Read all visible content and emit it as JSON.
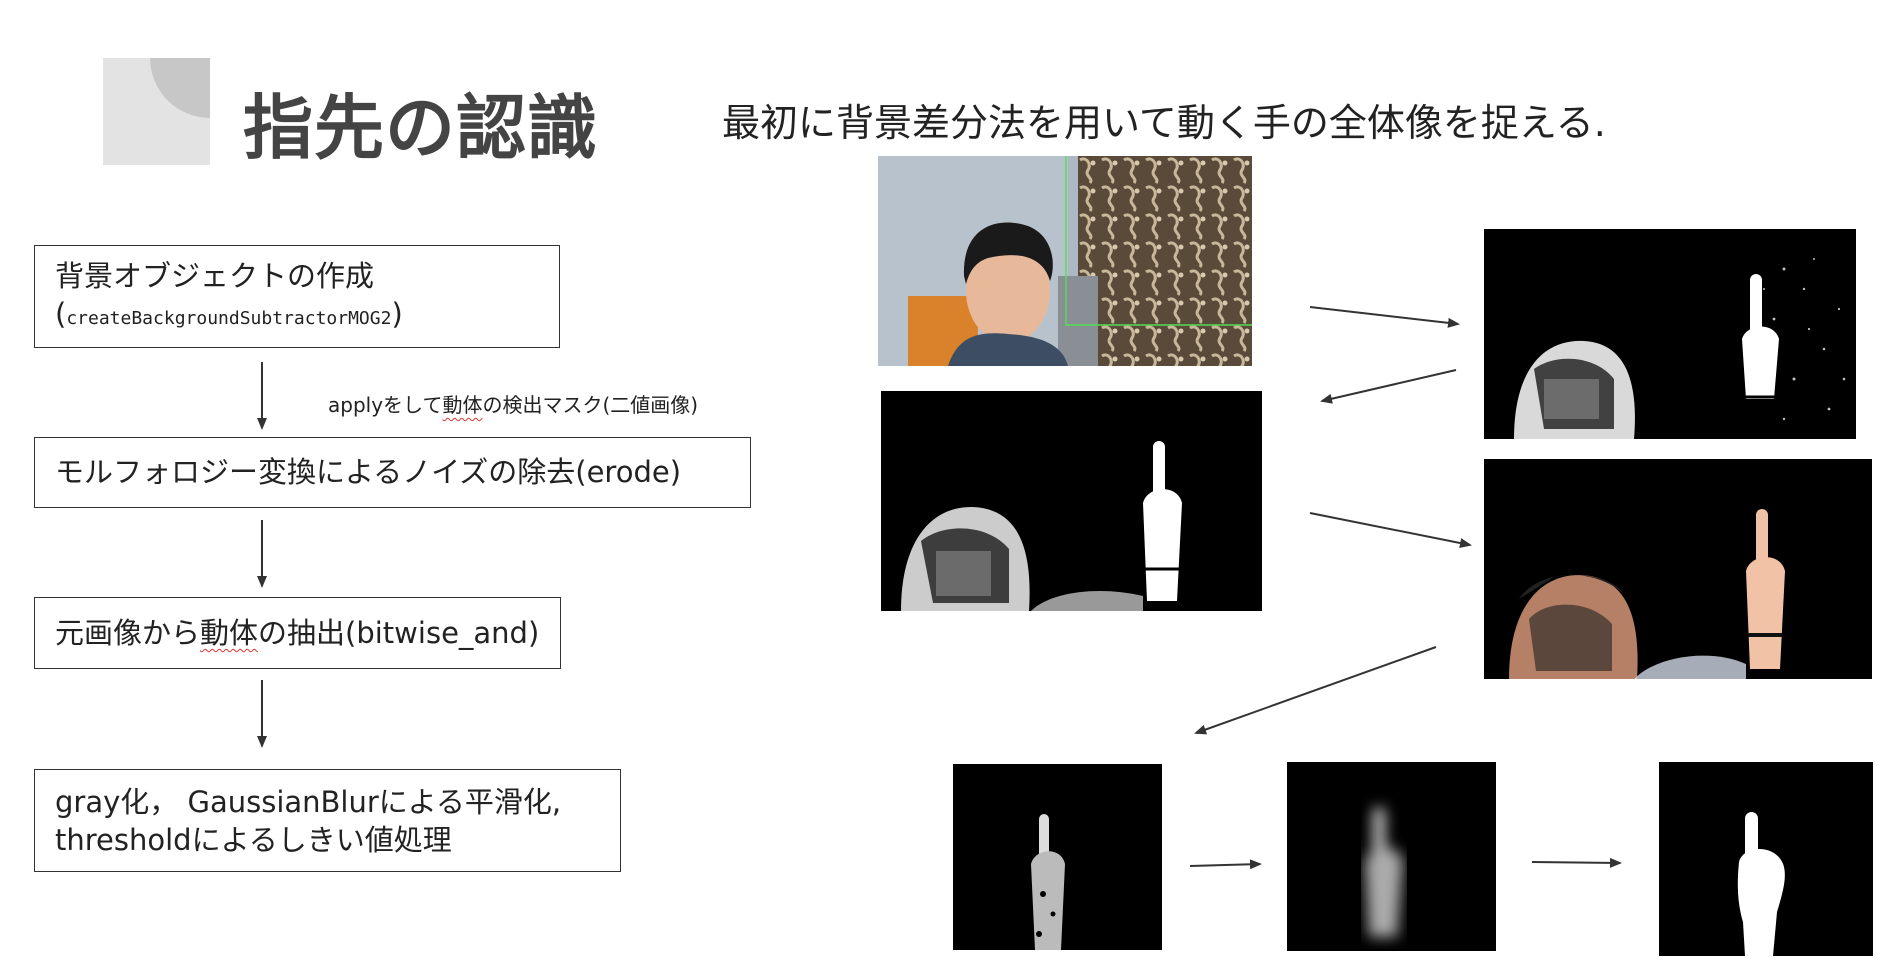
{
  "title": "指先の認識",
  "subtitle": "最初に背景差分法を用いて動く手の全体像を捉える.",
  "flow": {
    "step1": {
      "line1": "背景オブジェクトの作成",
      "open_paren": "(",
      "code": "createBackgroundSubtractorMOG2",
      "close_paren": ")"
    },
    "annotation": {
      "prefix": "applyをして",
      "underlined": "動体",
      "suffix": "の検出マスク(二値画像)"
    },
    "step2": {
      "text": "モルフォロジー変換によるノイズの除去(erode)"
    },
    "step3": {
      "prefix": "元画像から",
      "underlined": "動体",
      "suffix": "の抽出(bitwise_and)"
    },
    "step4": {
      "line1": "gray化， GaussianBlurによる平滑化,",
      "line2": "thresholdによるしきい値処理"
    }
  },
  "colors": {
    "deco_outer": "#e3e3e3",
    "deco_inner": "#c7c7c7",
    "title": "#444444",
    "arrow": "#333333",
    "spellcheck": "#dd3333",
    "guide_line": "#55dd55"
  },
  "images": [
    {
      "name": "camera-frame-photo",
      "content": "webcam photo of person with curtain background"
    },
    {
      "name": "foreground-mask-image",
      "content": "binary mask with noise"
    },
    {
      "name": "eroded-mask-image",
      "content": "mask after erode"
    },
    {
      "name": "extracted-color-image",
      "content": "moving object extracted from original"
    },
    {
      "name": "gray-image",
      "content": "grayscale hand"
    },
    {
      "name": "blurred-image",
      "content": "gaussian blurred hand"
    },
    {
      "name": "threshold-image",
      "content": "thresholded hand silhouette"
    }
  ]
}
